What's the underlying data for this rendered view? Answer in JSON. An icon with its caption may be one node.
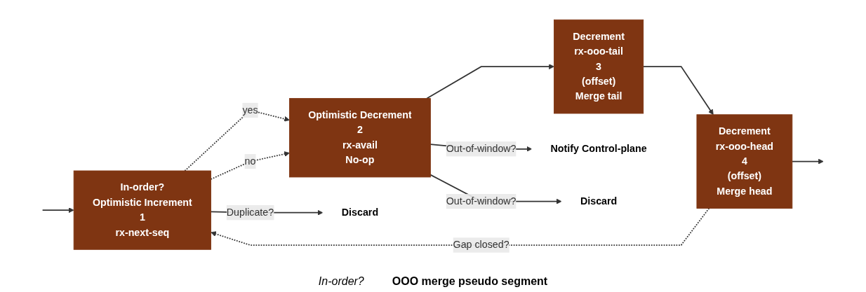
{
  "diagram": {
    "nodes": [
      {
        "text": [
          "In-order?",
          "Optimistic Increment",
          "1",
          "rx-next-seq"
        ]
      },
      {
        "text": [
          "Optimistic Decrement",
          "2",
          "rx-avail",
          "No-op"
        ]
      },
      {
        "text": [
          "Decrement",
          "rx-ooo-tail",
          "3",
          "(offset)",
          "Merge tail"
        ]
      },
      {
        "text": [
          "Decrement",
          "rx-ooo-head",
          "4",
          "(offset)",
          "Merge head"
        ]
      },
      {
        "text": [
          "Discard"
        ]
      },
      {
        "text": [
          "Notify Control-plane"
        ]
      },
      {
        "text": [
          "Discard"
        ]
      }
    ],
    "edges": [
      {
        "from": null,
        "to": 0,
        "arrow": "to"
      },
      {
        "from": 0,
        "to": 4,
        "arrow": "to",
        "label": "Duplicate?"
      },
      {
        "from": 0,
        "to": 1,
        "arrow": "to",
        "label": "yes",
        "style": "dashed"
      },
      {
        "from": 0,
        "to": 1,
        "arrow": "to",
        "label": "no",
        "style": "dashed"
      },
      {
        "from": 1,
        "to": 5,
        "arrow": "to",
        "label": "Out-of-window?"
      },
      {
        "from": 1,
        "to": 6,
        "arrow": "to",
        "label": "Out-of-window?"
      },
      {
        "from": 1,
        "to": 2,
        "arrow": "to"
      },
      {
        "from": 2,
        "to": 3,
        "arrow": "to"
      },
      {
        "from": 3,
        "to": null,
        "arrow": "to"
      },
      {
        "from": 3,
        "to": 0,
        "arrow": "to",
        "label": "Gap closed?",
        "style": "dashed"
      }
    ],
    "labels": [
      "In-order?",
      "OOO merge pseudo segment"
    ]
  }
}
